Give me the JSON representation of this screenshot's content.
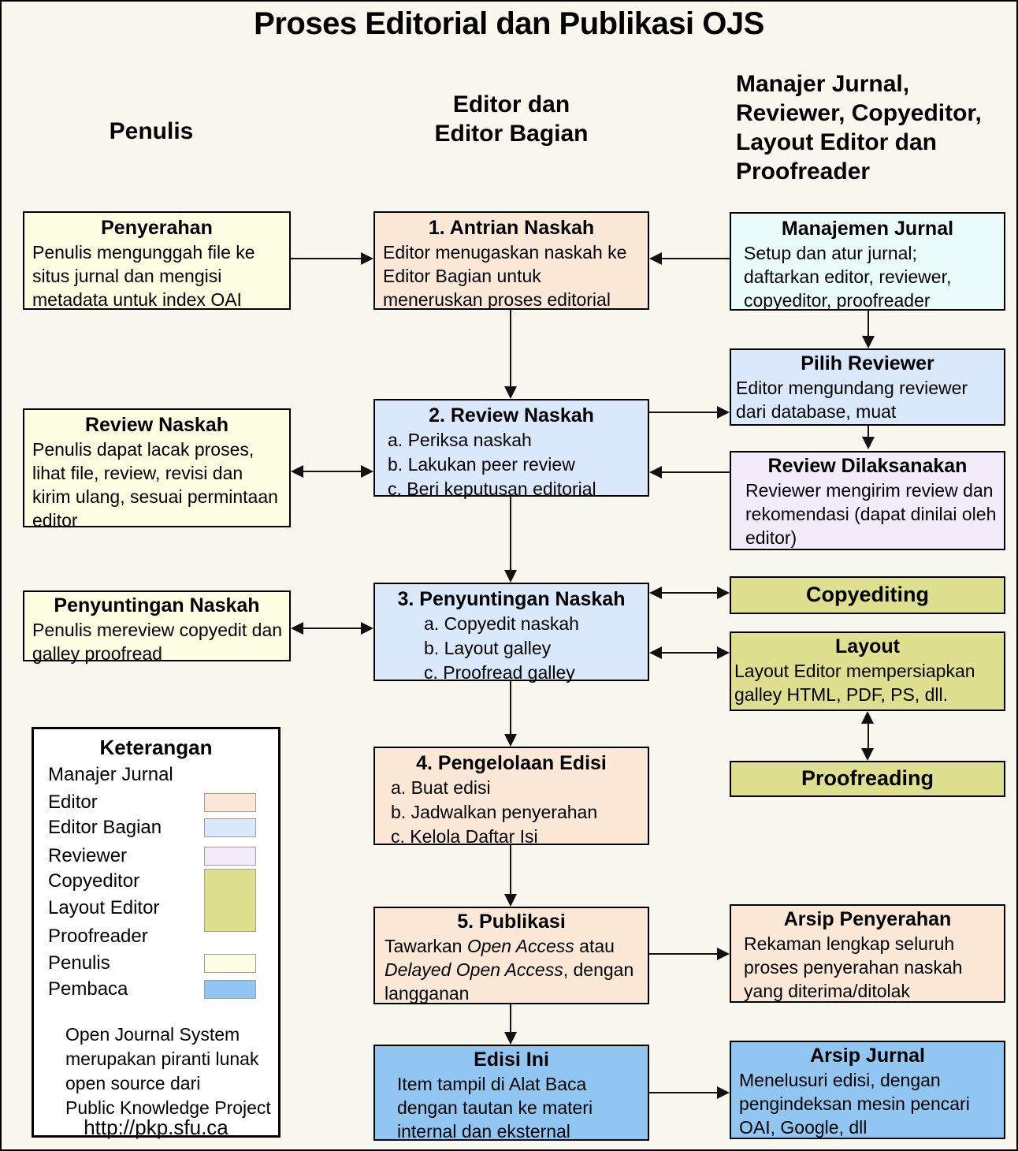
{
  "title": "Proses Editorial dan Publikasi OJS",
  "headers": {
    "left": "Penulis",
    "center_lines": [
      "Editor dan",
      "Editor Bagian"
    ],
    "right_lines": [
      "Manajer Jurnal,",
      "Reviewer, Copyeditor,",
      "Layout Editor dan",
      "Proofreader"
    ]
  },
  "boxes": {
    "penyerahan": {
      "title": "Penyerahan",
      "body": "Penulis mengunggah file ke situs jurnal dan mengisi metadata untuk index OAI"
    },
    "antrian_naskah": {
      "title": "1. Antrian Naskah",
      "body": "Editor menugaskan naskah ke Editor Bagian untuk meneruskan proses editorial"
    },
    "manajemen_jurnal": {
      "title": "Manajemen Jurnal",
      "body": "Setup dan atur jurnal; daftarkan editor, reviewer, copyeditor, proofreader"
    },
    "pilih_reviewer": {
      "title": "Pilih Reviewer",
      "body": "Editor mengundang reviewer dari database, muat"
    },
    "review_naskah_kiri": {
      "title": "Review Naskah",
      "body": "Penulis dapat lacak proses, lihat file, review, revisi dan kirim ulang, sesuai permintaan editor"
    },
    "review_naskah": {
      "title": "2. Review Naskah",
      "items": [
        "a. Periksa naskah",
        "b. Lakukan peer review",
        "c. Beri keputusan editorial"
      ]
    },
    "review_dilaksanakan": {
      "title": "Review Dilaksanakan",
      "body": "Reviewer mengirim review dan rekomendasi (dapat dinilai oleh editor)"
    },
    "penyuntingan_kiri": {
      "title": "Penyuntingan Naskah",
      "body": "Penulis mereview copyedit dan galley proofread"
    },
    "penyuntingan_naskah": {
      "title": "3. Penyuntingan Naskah",
      "items": [
        "a. Copyedit naskah",
        "b. Layout galley",
        "c. Proofread galley"
      ]
    },
    "copyediting": {
      "title": "Copyediting"
    },
    "layout": {
      "title": "Layout",
      "body": "Layout Editor mempersiapkan galley HTML, PDF, PS, dll."
    },
    "pengelolaan_edisi": {
      "title": "4. Pengelolaan Edisi",
      "items": [
        "a. Buat edisi",
        "b. Jadwalkan penyerahan",
        "c. Kelola Daftar Isi"
      ]
    },
    "proofreading": {
      "title": "Proofreading"
    },
    "publikasi": {
      "title": "5. Publikasi",
      "body_segments": [
        {
          "text": "Tawarkan ",
          "italic": false
        },
        {
          "text": "Open Access",
          "italic": true
        },
        {
          "text": " atau ",
          "italic": false
        },
        {
          "text": "Delayed Open Access",
          "italic": true
        },
        {
          "text": ", dengan langganan",
          "italic": false
        }
      ]
    },
    "arsip_penyerahan": {
      "title": "Arsip Penyerahan",
      "body": "Rekaman lengkap seluruh proses penyerahan naskah yang diterima/ditolak"
    },
    "edisi_ini": {
      "title": "Edisi Ini",
      "body": "Item tampil di Alat Baca dengan tautan ke materi internal dan eksternal"
    },
    "arsip_jurnal": {
      "title": "Arsip Jurnal",
      "body": "Menelusuri edisi, dengan pengindeksan mesin pencari OAI, Google, dll"
    }
  },
  "legend": {
    "title": "Keterangan",
    "items": [
      {
        "label": "Manajer Jurnal",
        "swatch": null
      },
      {
        "label": "Editor",
        "swatch": "#fbe8d7"
      },
      {
        "label": "Editor Bagian",
        "swatch": "#d9e9fb"
      },
      {
        "label": "Reviewer",
        "swatch": "#f4ebfa"
      },
      {
        "label": "Copyeditor",
        "swatch": "#dfe08f"
      },
      {
        "label": "Layout Editor",
        "swatch": "#dfe08f"
      },
      {
        "label": "Proofreader",
        "swatch": "#dfe08f"
      },
      {
        "label": "Penulis",
        "swatch": "#fdfde1"
      },
      {
        "label": "Pembaca",
        "swatch": "#90c6f1"
      }
    ],
    "note_lines": [
      "Open Journal System",
      "merupakan piranti lunak",
      "open source dari",
      "Public Knowledge Project"
    ],
    "url": "http://pkp.sfu.ca"
  },
  "colors": {
    "background": "#f8f8ee",
    "editor": "#fbe8d7",
    "editor_bagian": "#d9e9fb",
    "reviewer": "#f4ebfa",
    "copyeditor_layout_proofreader": "#dfe08f",
    "penulis": "#fdfde1",
    "pembaca": "#90c6f1",
    "manajer_jurnal": "#e9fbfb"
  }
}
